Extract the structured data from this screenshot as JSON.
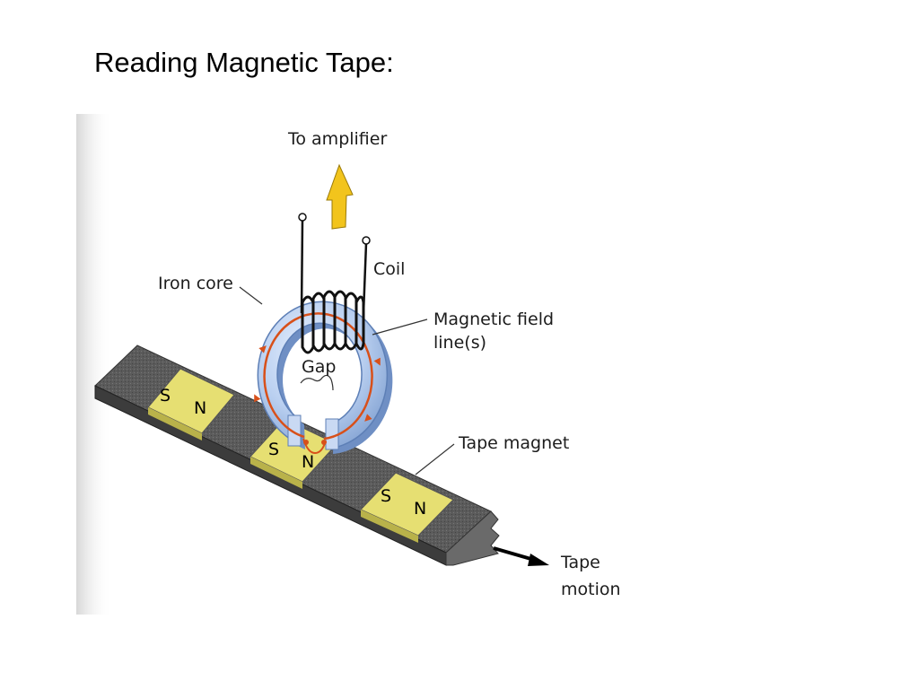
{
  "slide": {
    "title": "Reading Magnetic Tape:"
  },
  "diagram": {
    "labels": {
      "amplifier": "To amplifier",
      "coil": "Coil",
      "iron_core": "Iron core",
      "field_line_1": "Magnetic field",
      "field_line_2": "line(s)",
      "gap": "Gap",
      "tape_magnet": "Tape magnet",
      "tape_motion_1": "Tape",
      "tape_motion_2": "motion"
    },
    "magnets": [
      {
        "south": "S",
        "north": "N"
      },
      {
        "south": "S",
        "north": "N"
      },
      {
        "south": "S",
        "north": "N"
      }
    ],
    "colors": {
      "tape_dark": "#5a5a5a",
      "magnet_yellow": "#e6df72",
      "core_blue": "#a9c3ea",
      "field_line": "#d8501a",
      "amplifier_arrow": "#f2c41c"
    }
  }
}
